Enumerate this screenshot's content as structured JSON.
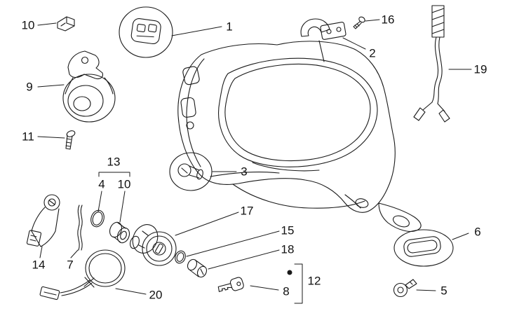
{
  "diagram": {
    "kind": "exploded-parts-diagram",
    "background": "#ffffff",
    "line_color": "#1a1a1a"
  },
  "callouts": [
    {
      "part": "clip",
      "label": "10"
    },
    {
      "part": "right-switch-assembly",
      "label": "1"
    },
    {
      "part": "screw-small",
      "label": "16"
    },
    {
      "part": "left-switch-assembly",
      "label": "2"
    },
    {
      "part": "wiring-cable",
      "label": "19"
    },
    {
      "part": "horn",
      "label": "9"
    },
    {
      "part": "screw",
      "label": "11"
    },
    {
      "part": "lock-kit-group",
      "label": "13"
    },
    {
      "part": "o-ring",
      "label": "4"
    },
    {
      "part": "bushing",
      "label": "10"
    },
    {
      "part": "lock-pin",
      "label": "3"
    },
    {
      "part": "ignition-lock-body",
      "label": "17"
    },
    {
      "part": "ring",
      "label": "15"
    },
    {
      "part": "lock-barrel",
      "label": "18"
    },
    {
      "part": "switch-sensor",
      "label": "14"
    },
    {
      "part": "spring-clip",
      "label": "7"
    },
    {
      "part": "rubber-pad",
      "label": "6"
    },
    {
      "part": "lock-set-group",
      "label": "12"
    },
    {
      "part": "key",
      "label": "8"
    },
    {
      "part": "grommet",
      "label": "5"
    },
    {
      "part": "seal-ring-cable",
      "label": "20"
    }
  ]
}
